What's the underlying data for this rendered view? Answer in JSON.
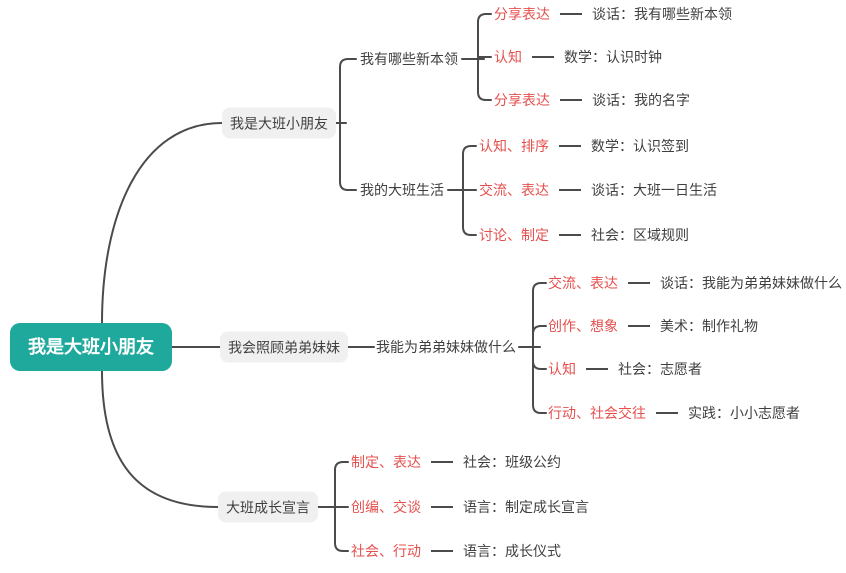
{
  "colors": {
    "root_bg": "#1ea99c",
    "root_text": "#ffffff",
    "node_bg": "#f0f0f0",
    "text": "#3f3f3f",
    "tag_text": "#e5504e",
    "line": "#4b4b4b"
  },
  "mindmap": {
    "root": {
      "label": "我是大班小朋友"
    },
    "branches": [
      {
        "label": "我是大班小朋友",
        "children": [
          {
            "label": "我有哪些新本领",
            "leaves": [
              {
                "tag": "分享表达",
                "desc": "谈话：我有哪些新本领"
              },
              {
                "tag": "认知",
                "desc": "数学：认识时钟"
              },
              {
                "tag": "分享表达",
                "desc": "谈话：我的名字"
              }
            ]
          },
          {
            "label": "我的大班生活",
            "leaves": [
              {
                "tag": "认知、排序",
                "desc": "数学：认识签到"
              },
              {
                "tag": "交流、表达",
                "desc": "谈话：大班一日生活"
              },
              {
                "tag": "讨论、制定",
                "desc": "社会：区域规则"
              }
            ]
          }
        ]
      },
      {
        "label": "我会照顾弟弟妹妹",
        "children": [
          {
            "label": "我能为弟弟妹妹做什么",
            "leaves": [
              {
                "tag": "交流、表达",
                "desc": "谈话：我能为弟弟妹妹做什么"
              },
              {
                "tag": "创作、想象",
                "desc": "美术：制作礼物"
              },
              {
                "tag": "认知",
                "desc": "社会：志愿者"
              },
              {
                "tag": "行动、社会交往",
                "desc": "实践：小小志愿者"
              }
            ]
          }
        ]
      },
      {
        "label": "大班成长宣言",
        "leaves": [
          {
            "tag": "制定、表达",
            "desc": "社会：班级公约"
          },
          {
            "tag": "创编、交谈",
            "desc": "语言：制定成长宣言"
          },
          {
            "tag": "社会、行动",
            "desc": "语言：成长仪式"
          }
        ]
      }
    ]
  }
}
